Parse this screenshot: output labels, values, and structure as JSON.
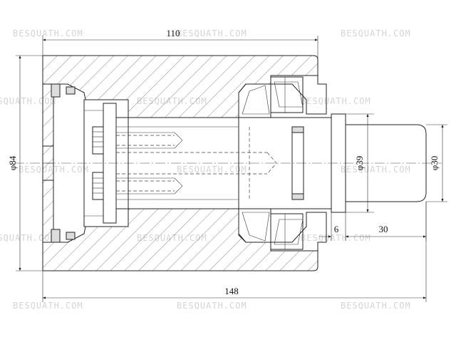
{
  "watermark": "BESQUATH.COM",
  "dimensions": {
    "top_length": "110",
    "bottom_length": "148",
    "outer_diameter": "φ84",
    "shaft_diameter_large": "φ39",
    "shaft_diameter_small": "φ30",
    "step_length": "6",
    "end_length": "30"
  }
}
